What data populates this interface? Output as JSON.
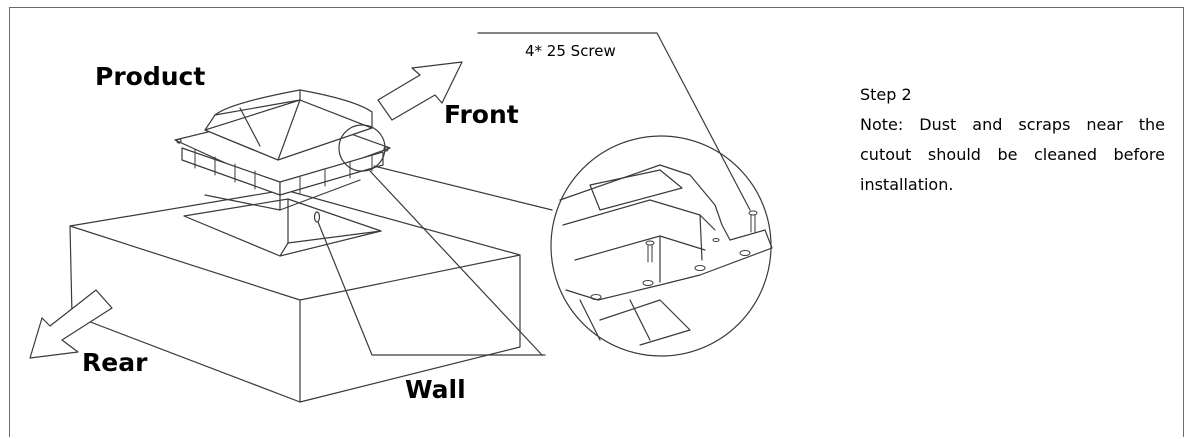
{
  "labels": {
    "product": "Product",
    "front": "Front",
    "rear": "Rear",
    "wall": "Wall",
    "screw": "4* 25 Screw"
  },
  "instructions": {
    "step": "Step 2",
    "note": "Note: Dust and scraps near the cutout should be cleaned before installation."
  },
  "colors": {
    "line": "#3a3a3a",
    "frame": "#6b6b6b",
    "background": "#ffffff"
  }
}
